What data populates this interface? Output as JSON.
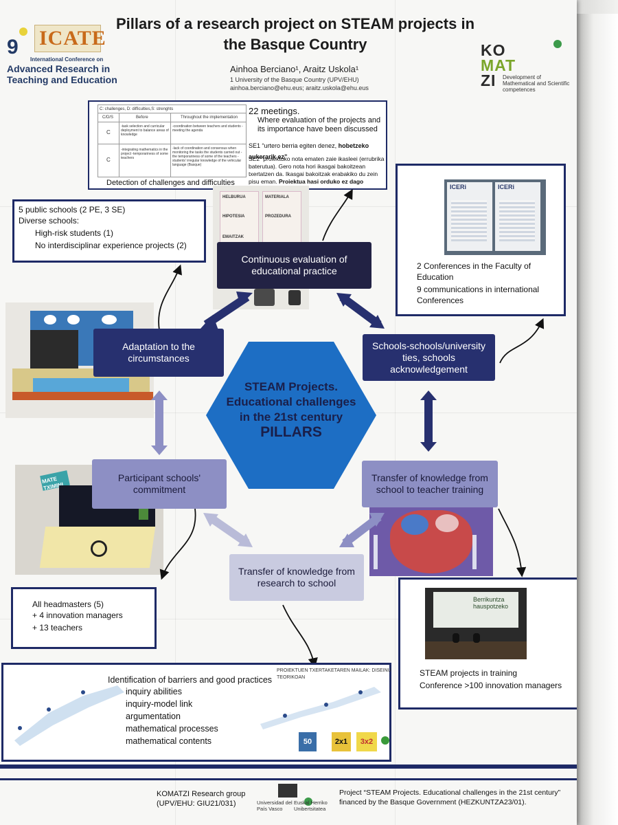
{
  "title": "Pillars of a research project on STEAM projects in the Basque Country",
  "conference": {
    "number": "9",
    "logo": "ICATE",
    "small": "International Conference on",
    "name": "Advanced Research in Teaching and Education"
  },
  "authors": "Ainhoa Berciano¹, Araitz Uskola¹",
  "affiliation": "1 University of the Basque Country (UPV/EHU)",
  "emails": "ainhoa.berciano@ehu.eus; araitz.uskola@ehu.eus",
  "komatzi": {
    "row1": "KO",
    "row2": "MAT",
    "row3": "ZI",
    "subtitle": "Development of Mathematical and Scientific competences"
  },
  "challenges_box": {
    "table_caption": "C: challenges, D: difficulties,S: strenghts",
    "col_cds": "C/D/S",
    "col_before": "Before",
    "col_during": "Throughout the implementation",
    "row1_before": "-task selection and curricular deployment to balance areas of knowledge",
    "row1_during": "-coordination between teachers and students -meeting the agenda",
    "row2_before": "-integrating mathematics in the project -temporariness of some teachers",
    "row2_during": "-lack of coordination and consensus when monitoring the tasks the students carried out -the temporariness of some of the teachers -students' irregular knowledge of the vehicular language (Basque)",
    "caption": "Detection of challenges and difficulties",
    "meetings": "22 meetings.",
    "meetings_desc": "Where evaluation of the projects and its importance have been discussed",
    "se1": "SE1 “urtero berria egiten denez,",
    "se1_bold": "hobetzeko aukerarik ez”",
    "se2": "SE2 “proiektuko nota ematen zaie ikasleei (errubrika baterutua). Gero nota hori ikasgai bakoitzean txertatzen da. Ikasgai bakoitzak erabakiko du zein pisu eman.",
    "se2_bold": "Proiektua hasi orduko ez dago diseinatuta”"
  },
  "schools_box": {
    "line1": "5 public schools (2 PE, 3 SE)",
    "line2": "Diverse schools:",
    "line3": "High-risk students (1)",
    "line4": "No interdisciplinar experience projects (2)"
  },
  "conferences_box": {
    "line1": "2 Conferences in the Faculty of Education",
    "line2": "9 communications in international Conferences",
    "photo_label": "ICERi"
  },
  "headmasters_box": {
    "line1": "All headmasters (5)",
    "line2": "+ 4 innovation managers",
    "line3": "+ 13 teachers"
  },
  "training_box": {
    "line1": "STEAM projects in training",
    "line2": "Conference >100 innovation managers",
    "screen_text": "Berrikuntza hauspotzeko"
  },
  "pillars": {
    "continuous": "Continuous evaluation of educational practice",
    "adaptation": "Adaptation to the circumstances",
    "schools_ties": "Schools-schools/university ties, schools acknowledgement",
    "participant": "Participant schools' commitment",
    "transfer_teacher": "Transfer of knowledge from school to teacher training",
    "transfer_research": "Transfer of knowledge from research to school"
  },
  "center": {
    "line1": "STEAM Projects.",
    "line2": "Educational challenges",
    "line3": "in the 21st century",
    "line4": "PILLARS"
  },
  "barriers": {
    "heading": "Identification of barriers and good practices",
    "items": [
      "inquiry abilities",
      "inquiry-model link",
      "argumentation",
      "mathematical processes",
      "mathematical contents"
    ],
    "diagram_title": "PROIEKTUEN TXERTAKETAREN MAILAK: DISEINU TEORIKOAN",
    "badges": [
      "50",
      "2x1",
      "3x2"
    ]
  },
  "evaluation_rubric": {
    "c1": "HELBURUA",
    "c2": "MATERIALA",
    "c3": "HIPOTESIA",
    "c4": "PROZEDURA",
    "c5": "EMAITZAK"
  },
  "mat_sign": "MATE TXIMINI",
  "footer": {
    "group": "KOMATZI Research group",
    "code": "(UPV/EHU: GIU21/031)",
    "univ1": "Universidad del País Vasco",
    "univ2": "Euskal Herriko Unibertsitatea",
    "project": "Project “STEAM Projects. Educational challenges in the 21st century” financed by the Basque Government (HEZKUNTZA23/01)."
  },
  "colors": {
    "navy": "#1e2a66",
    "hex": "#1d6ec4",
    "dark_box": "#222244",
    "lavender": "#8d8fc4"
  }
}
